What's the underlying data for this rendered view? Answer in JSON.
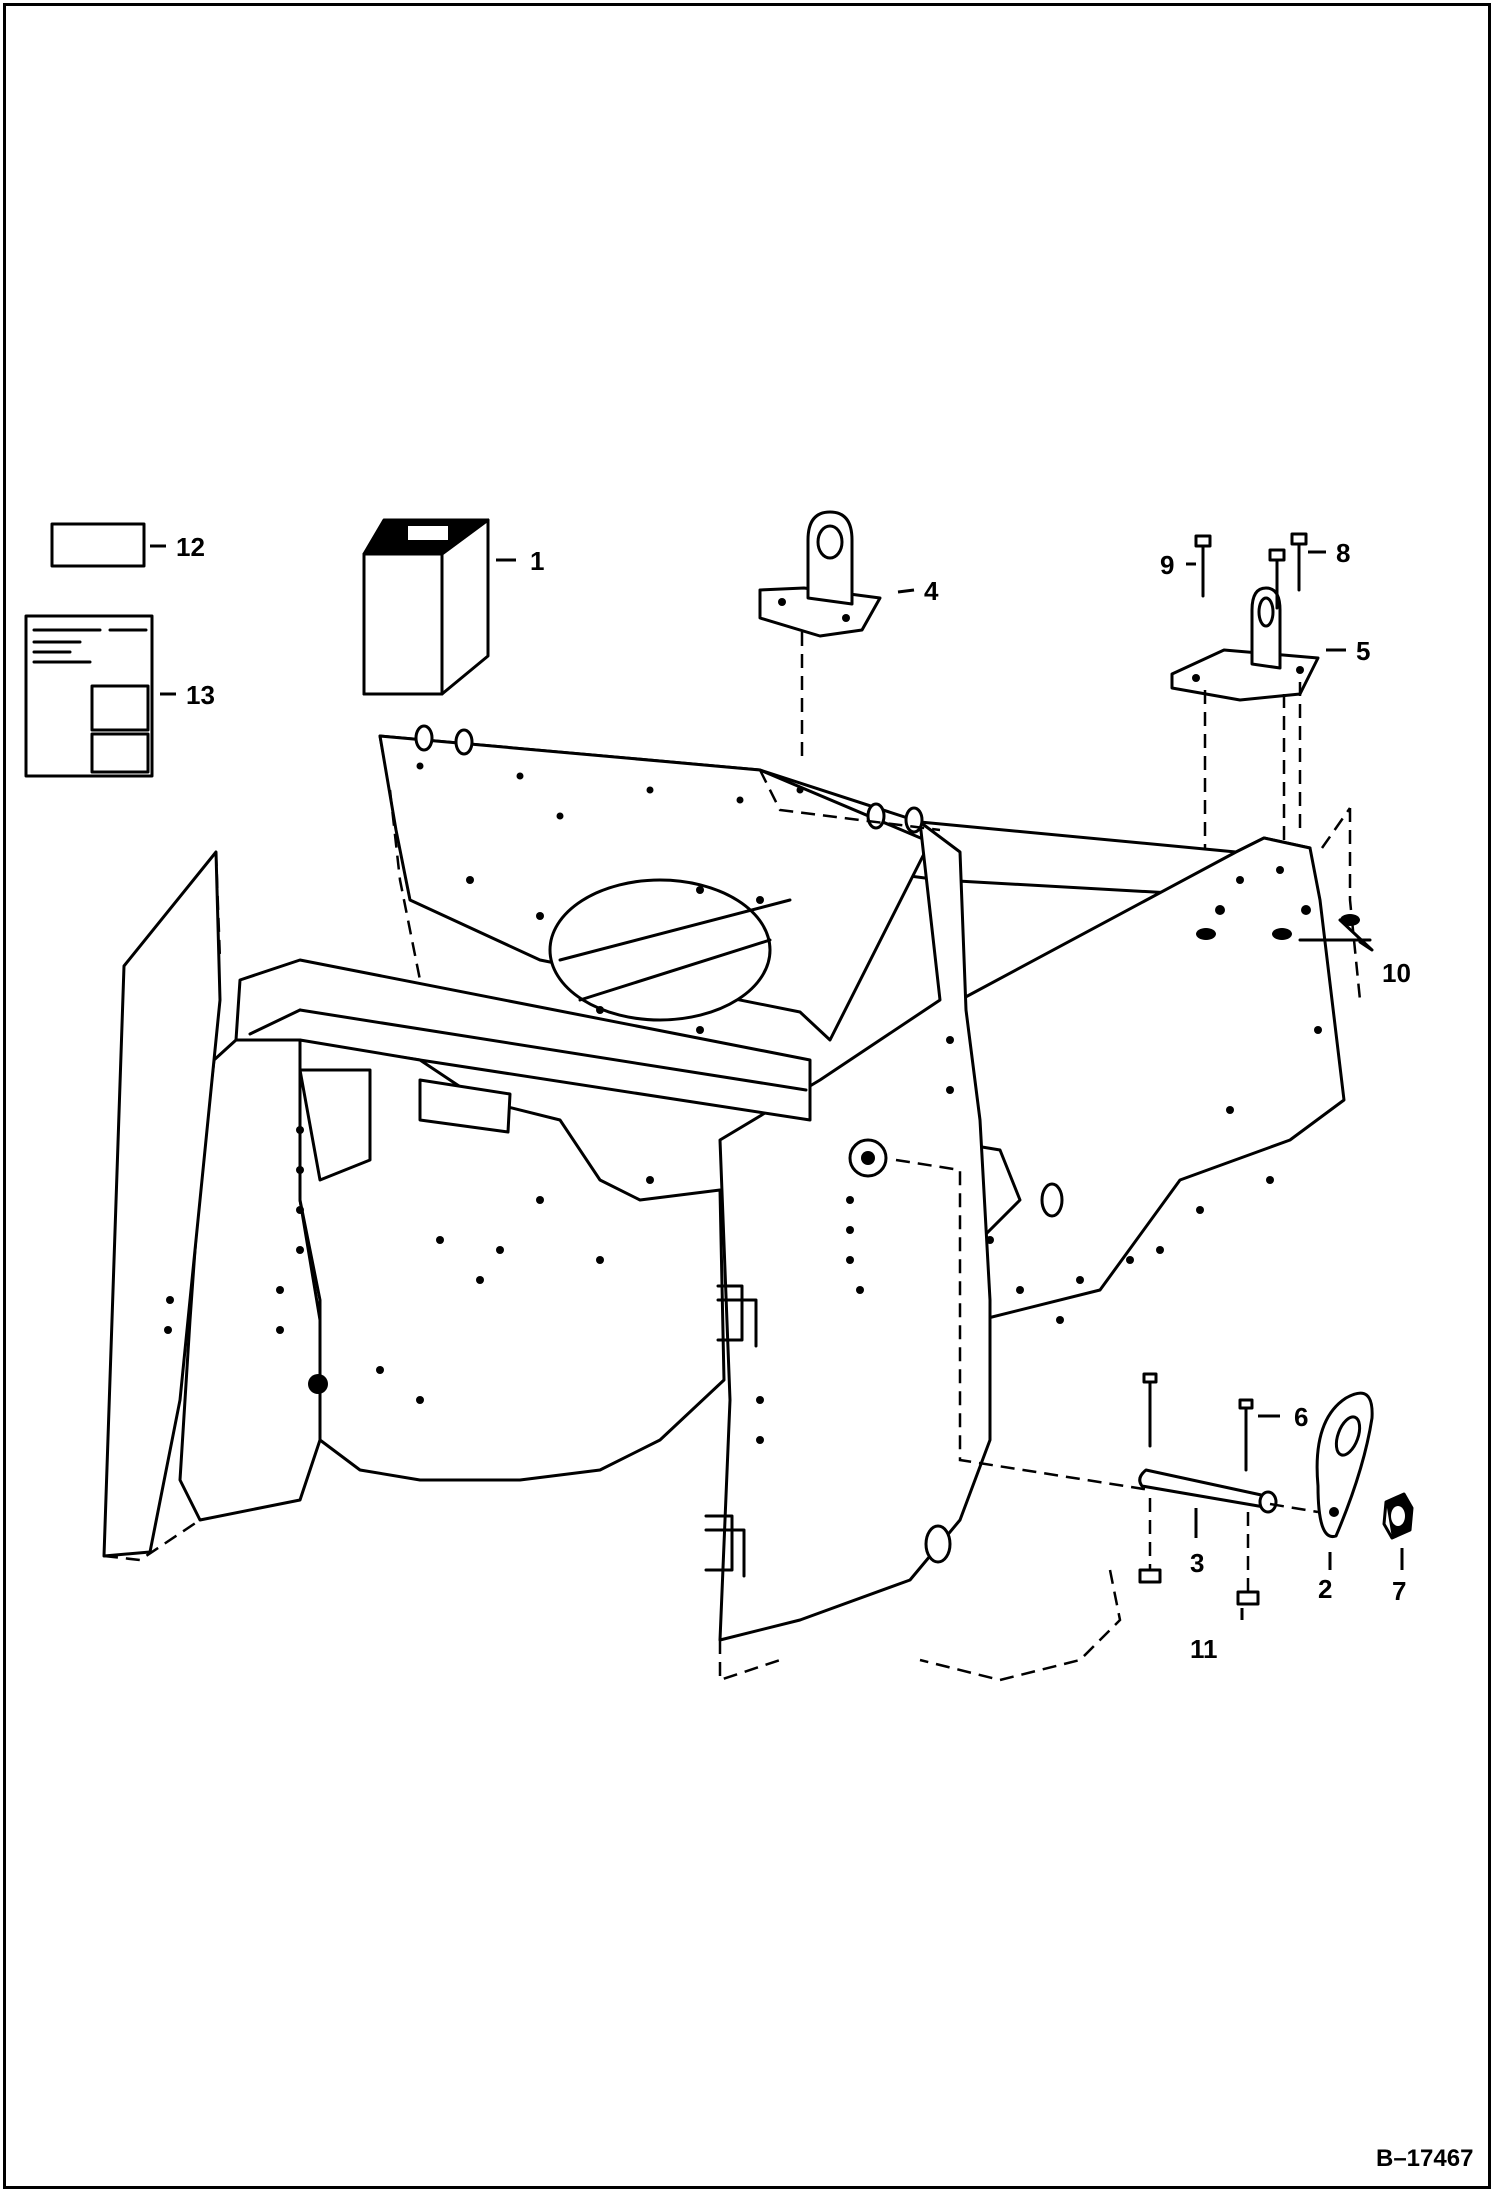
{
  "callouts": {
    "c1": "1",
    "c2": "2",
    "c3": "3",
    "c4": "4",
    "c5": "5",
    "c6": "6",
    "c7": "7",
    "c8": "8",
    "c9": "9",
    "c10": "10",
    "c11": "11",
    "c12": "12",
    "c13": "13"
  },
  "diagram_id": "B–17467"
}
